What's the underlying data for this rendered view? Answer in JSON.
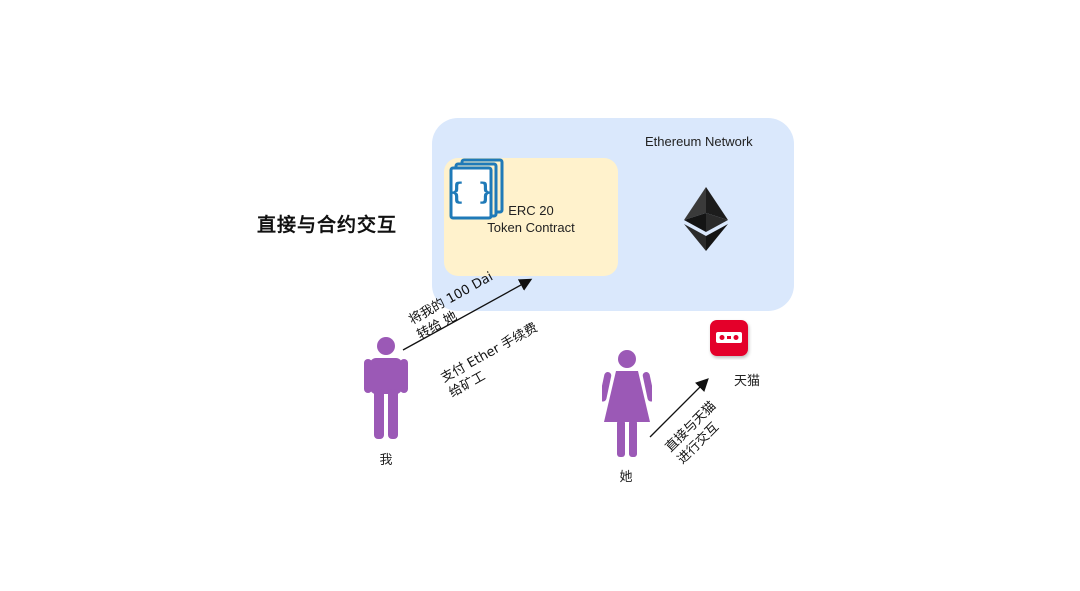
{
  "title": "直接与合约交互",
  "network": {
    "label": "Ethereum Network"
  },
  "contract": {
    "line1": "ERC 20",
    "line2": "Token Contract"
  },
  "arrows": {
    "transfer": {
      "line1": "将我的 100 Dai",
      "line2": "转给 她"
    },
    "fee": {
      "line1": "支付 Ether 手续费",
      "line2": "给矿工"
    },
    "tmall": {
      "line1": "直接与天猫",
      "line2": "进行交互"
    }
  },
  "people": {
    "me": "我",
    "her": "她"
  },
  "tmall": {
    "label": "天猫"
  },
  "colors": {
    "network_bg": "#dae8fc",
    "contract_bg": "#fff2cc",
    "person": "#9b59b6",
    "doc_icon": "#1f7ab8",
    "tmall_red": "#e4002b",
    "ether": "#1c1c1c"
  },
  "icons": {
    "contract": "json-document-icon",
    "network": "ethereum-logo-icon",
    "tmall": "tmall-logo-icon",
    "me": "man-icon",
    "her": "woman-icon"
  }
}
